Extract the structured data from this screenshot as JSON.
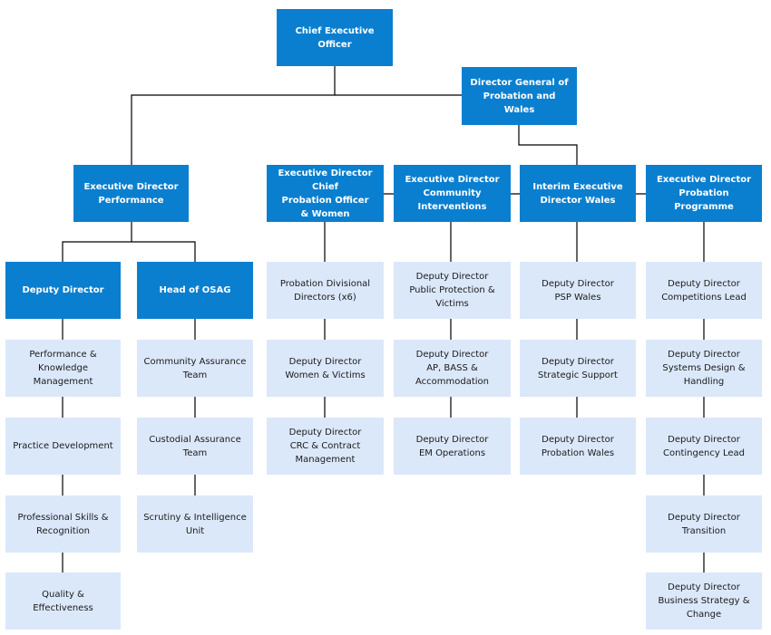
{
  "ceo": "Chief Executive\nOfficer",
  "dg": "Director General of\nProbation and Wales",
  "ed_performance": "Executive Director\nPerformance",
  "ed_cpo": "Executive Director Chief\nProbation Officer\n& Women",
  "ed_community": "Executive Director\nCommunity\nInterventions",
  "ed_wales": "Interim Executive\nDirector Wales",
  "ed_programme": "Executive Director\nProbation Programme",
  "deputy_director": "Deputy Director",
  "head_osag": "Head of OSAG",
  "perf_items": [
    "Performance & Knowledge\nManagement",
    "Practice Development",
    "Professional Skills &\nRecognition",
    "Quality & Effectiveness"
  ],
  "osag_items": [
    "Community Assurance Team",
    "Custodial Assurance Team",
    "Scrutiny & Intelligence\nUnit"
  ],
  "cpo_items": [
    "Probation Divisional\nDirectors (x6)",
    "Deputy Director\nWomen & Victims",
    "Deputy Director\nCRC & Contract\nManagement"
  ],
  "community_items": [
    "Deputy Director\nPublic Protection & Victims",
    "Deputy Director\nAP, BASS &\nAccommodation",
    "Deputy Director\nEM Operations"
  ],
  "wales_items": [
    "Deputy Director\nPSP Wales",
    "Deputy Director\nStrategic Support",
    "Deputy Director\nProbation Wales"
  ],
  "programme_items": [
    "Deputy Director\nCompetitions Lead",
    "Deputy Director\nSystems Design &\nHandling",
    "Deputy Director\nContingency Lead",
    "Deputy Director\nTransition",
    "Deputy Director\nBusiness Strategy &\nChange"
  ]
}
